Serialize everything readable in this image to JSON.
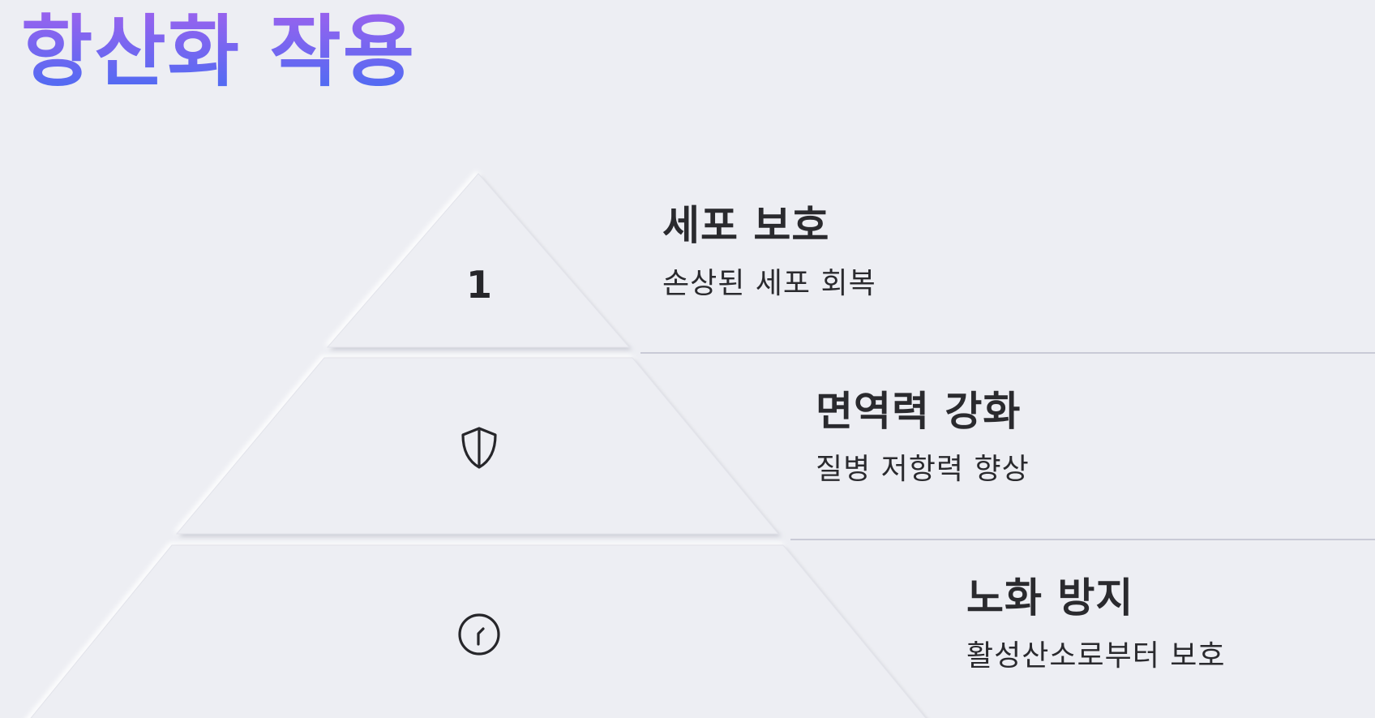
{
  "title": "항산화 작용",
  "colors": {
    "background": "#edeef3",
    "title_gradient_top": "#9a62ee",
    "title_gradient_bottom": "#4a6cf3",
    "text": "#2a2a2e",
    "divider": "#c9cad6"
  },
  "tiers": [
    {
      "marker": "1",
      "title": "세포 보호",
      "description": "손상된 세포 회복"
    },
    {
      "icon": "shield-icon",
      "title": "면역력 강화",
      "description": "질병 저항력 향상"
    },
    {
      "icon": "clock-icon",
      "title": "노화 방지",
      "description": "활성산소로부터 보호"
    }
  ]
}
